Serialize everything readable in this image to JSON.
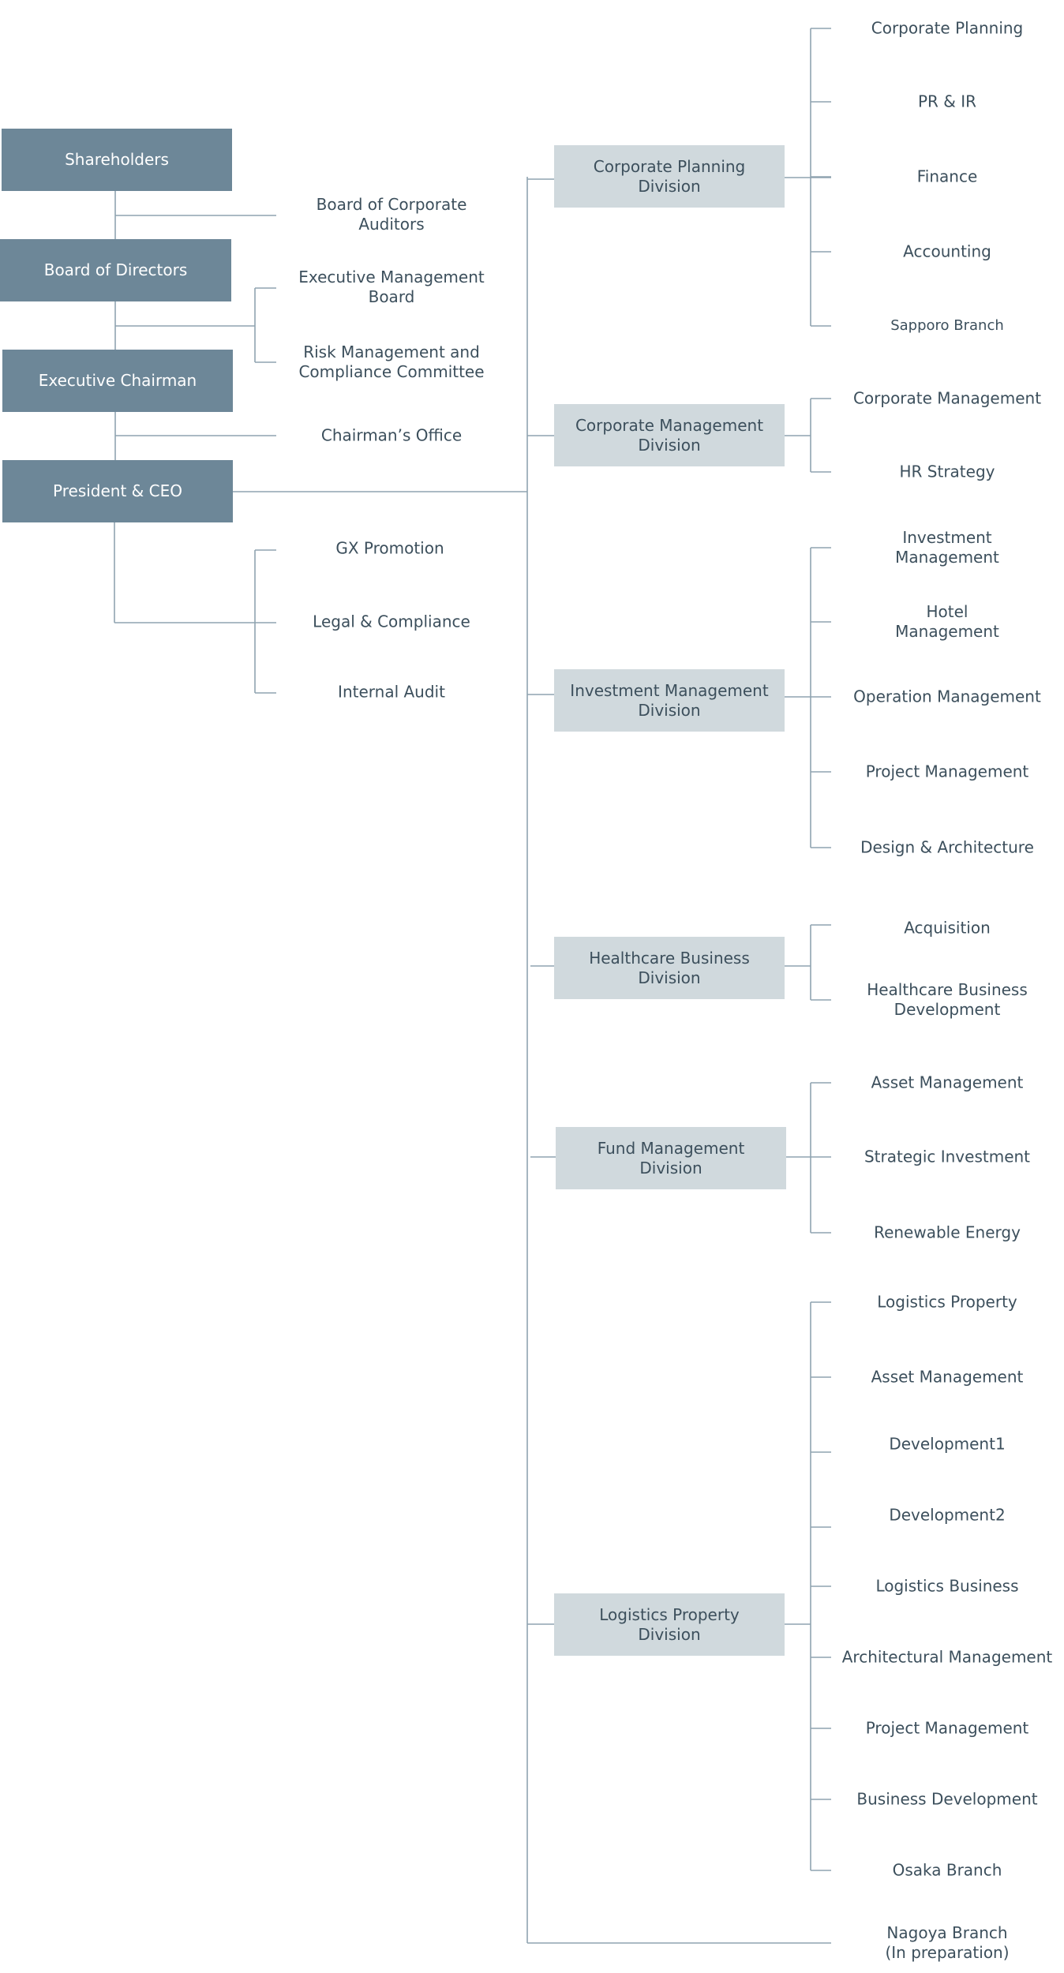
{
  "colors": {
    "dark_box": "#6d8798",
    "light_box": "#d0d9dd",
    "line": "#8fa3b0",
    "text": "#3c4f5c"
  },
  "top": {
    "shareholders": "Shareholders",
    "board_of_directors": "Board of Directors",
    "executive_chairman": "Executive Chairman",
    "president_ceo": "President & CEO"
  },
  "staff": {
    "board_of_auditors": "Board of Corporate\nAuditors",
    "executive_management_board": "Executive Management\nBoard",
    "risk_committee": "Risk Management and\nCompliance Committee",
    "chairmans_office": "Chairman’s Office",
    "gx_promotion": "GX Promotion",
    "legal_compliance": "Legal & Compliance",
    "internal_audit": "Internal Audit"
  },
  "divisions": [
    {
      "name": "Corporate Planning\nDivision",
      "departments": [
        "Corporate Planning",
        "PR & IR",
        "Finance",
        "Accounting",
        "Sapporo Branch"
      ]
    },
    {
      "name": "Corporate Management\nDivision",
      "departments": [
        "Corporate Management",
        "HR Strategy"
      ]
    },
    {
      "name": "Investment Management\nDivision",
      "departments": [
        "Investment\nManagement",
        "Hotel\nManagement",
        "Operation Management",
        "Project Management",
        "Design & Architecture"
      ]
    },
    {
      "name": "Healthcare Business\nDivision",
      "departments": [
        "Acquisition",
        "Healthcare Business\nDevelopment"
      ]
    },
    {
      "name": "Fund Management\nDivision",
      "departments": [
        "Asset Management",
        "Strategic Investment",
        "Renewable Energy"
      ]
    },
    {
      "name": "Logistics Property\nDivision",
      "departments": [
        "Logistics Property",
        "Asset Management",
        "Development1",
        "Development2",
        "Logistics Business",
        "Architectural Management",
        "Project Management",
        "Business Development",
        "Osaka Branch"
      ]
    }
  ],
  "nagoya_branch": "Nagoya Branch\n(In preparation)"
}
